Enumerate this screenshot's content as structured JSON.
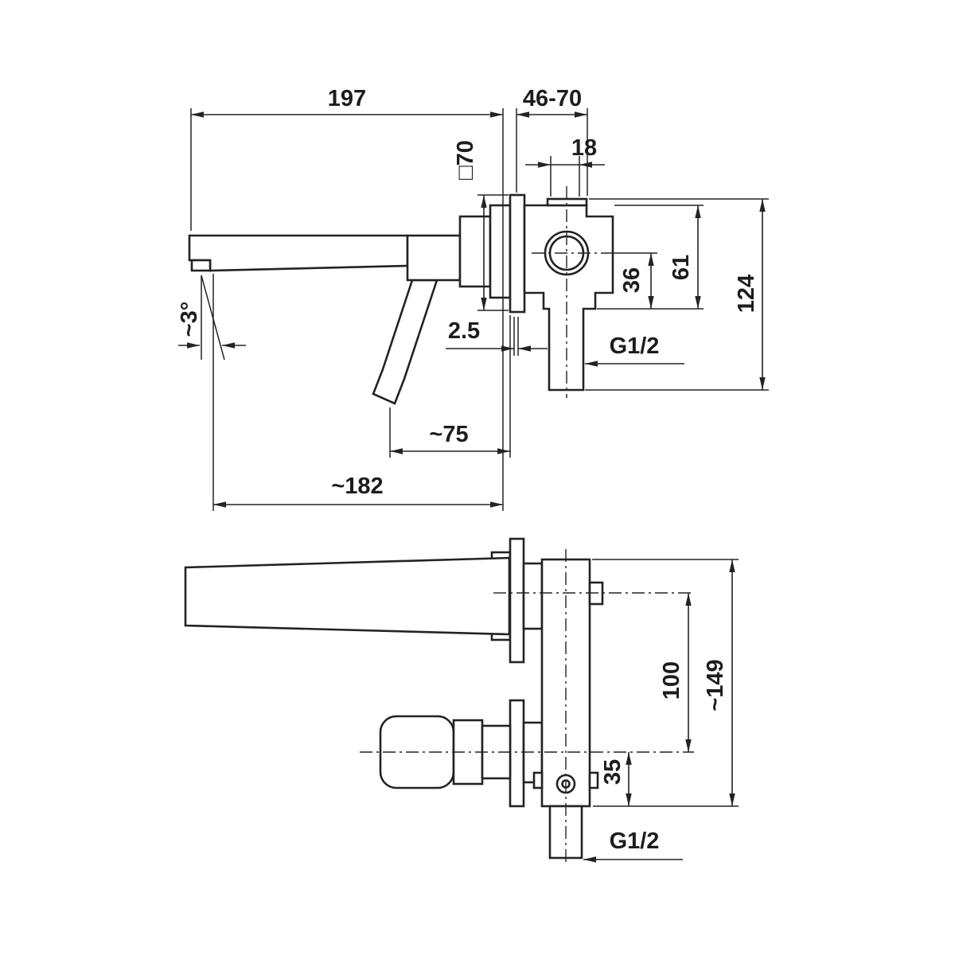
{
  "drawing": {
    "kind": "wall-mounted-basin-mixer-dimension-drawing",
    "line_color": "#232323",
    "background": "#ffffff",
    "side_view": {
      "spout_length": "197",
      "wall_range": "46-70",
      "inlet_width": "18",
      "plate_size": "□70",
      "body_height": "61",
      "center_to_bottom": "36",
      "overall_height": "124",
      "plate_offset": "2.5",
      "outlet_thread": "G1/2",
      "spout_angle": "~3°",
      "handle_reach": "~75",
      "spout_reach": "~182"
    },
    "plan_view": {
      "axis_spacing": "100",
      "overall_length": "~149",
      "bottom_offset": "35",
      "outlet_thread": "G1/2"
    }
  }
}
